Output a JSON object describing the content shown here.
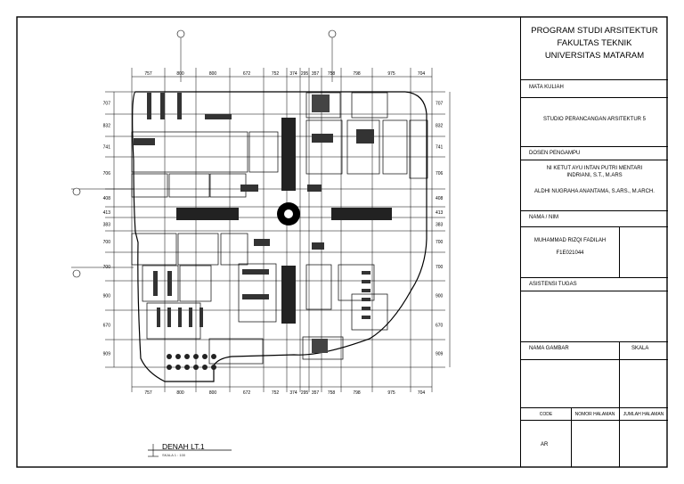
{
  "title_block": {
    "program_line1": "PROGRAM STUDI ARSITEKTUR",
    "program_line2": "FAKULTAS TEKNIK",
    "program_line3": "UNIVERSITAS MATARAM",
    "mata_kuliah_label": "MATA KULIAH",
    "mata_kuliah_value": "STUDIO PERANCANGAN ARSITEKTUR 5",
    "dosen_label": "DOSEN PENGAMPU",
    "dosen_1_line1": "NI KETUT AYU INTAN PUTRI MENTARI",
    "dosen_1_line2": "INDRIANI, S.T., M.ARS",
    "dosen_2": "ALDHI NUGRAHA ANANTAMA, S.ARS., M.ARCH.",
    "nama_nim_label": "NAMA / NIM",
    "student_name": "MUHAMMAD RIZQI FADILAH",
    "student_nim": "F1E021044",
    "asistensi_label": "ASISTENSI TUGAS",
    "nama_gambar_label": "NAMA GAMBAR",
    "skala_label": "SKALA",
    "code_label": "CODE",
    "nomor_halaman_label": "NOMOR HALAMAN",
    "jumlah_halaman_label": "JUMLAH HALAMAN",
    "code_value": "AR"
  },
  "plan": {
    "caption": "DENAH LT.1",
    "scale_caption": "SKALA 1 : 100",
    "dims_horizontal": [
      "757",
      "800",
      "800",
      "672",
      "752",
      "374",
      "295",
      "357",
      "758",
      "798",
      "975",
      "704"
    ],
    "dims_vertical": [
      "707",
      "832",
      "741",
      "706",
      "408",
      "413",
      "383",
      "700",
      "700",
      "900",
      "670",
      "909"
    ]
  }
}
